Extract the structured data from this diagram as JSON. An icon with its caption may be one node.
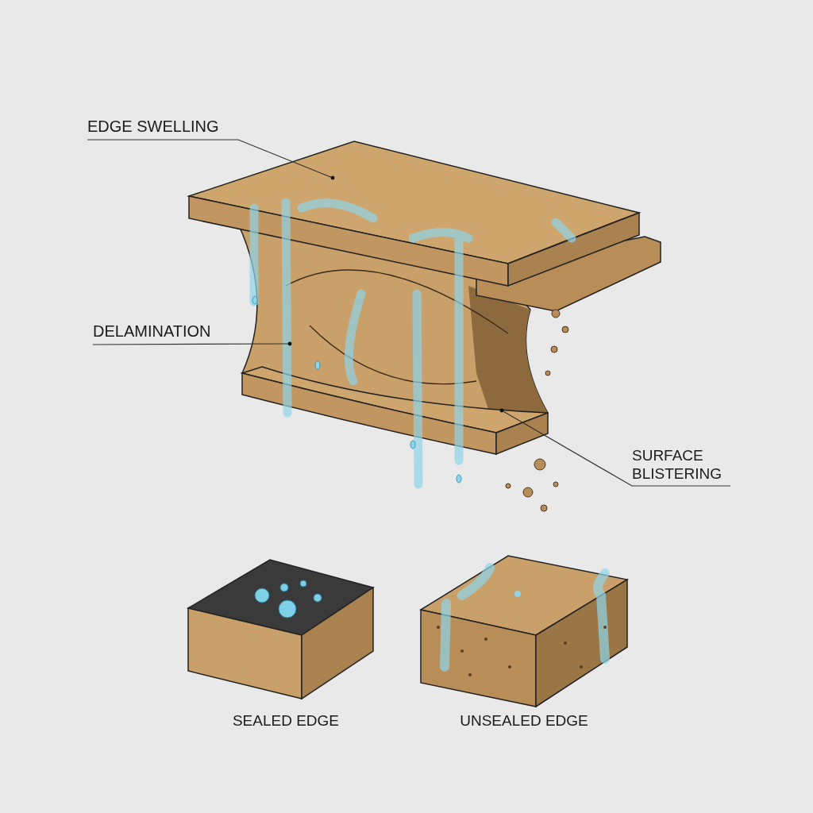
{
  "diagram": {
    "nodes": [
      {
        "text": [
          "EDGE SWELLING"
        ]
      },
      {
        "text": [
          "DELAMINATION"
        ]
      },
      {
        "text": [
          "SURFACE BLISTERING"
        ]
      },
      {
        "text": [],
        "shape": "picture",
        "beside": [
          "SEALED EDGE"
        ]
      },
      {
        "text": [],
        "shape": "picture",
        "beside": [
          "UNSEALED EDGE"
        ]
      }
    ],
    "edges": [
      {
        "from": 0,
        "to": null,
        "arrow": "other"
      },
      {
        "from": 1,
        "to": null,
        "arrow": "other"
      },
      {
        "from": 2,
        "to": null,
        "arrow": "other"
      }
    ]
  }
}
